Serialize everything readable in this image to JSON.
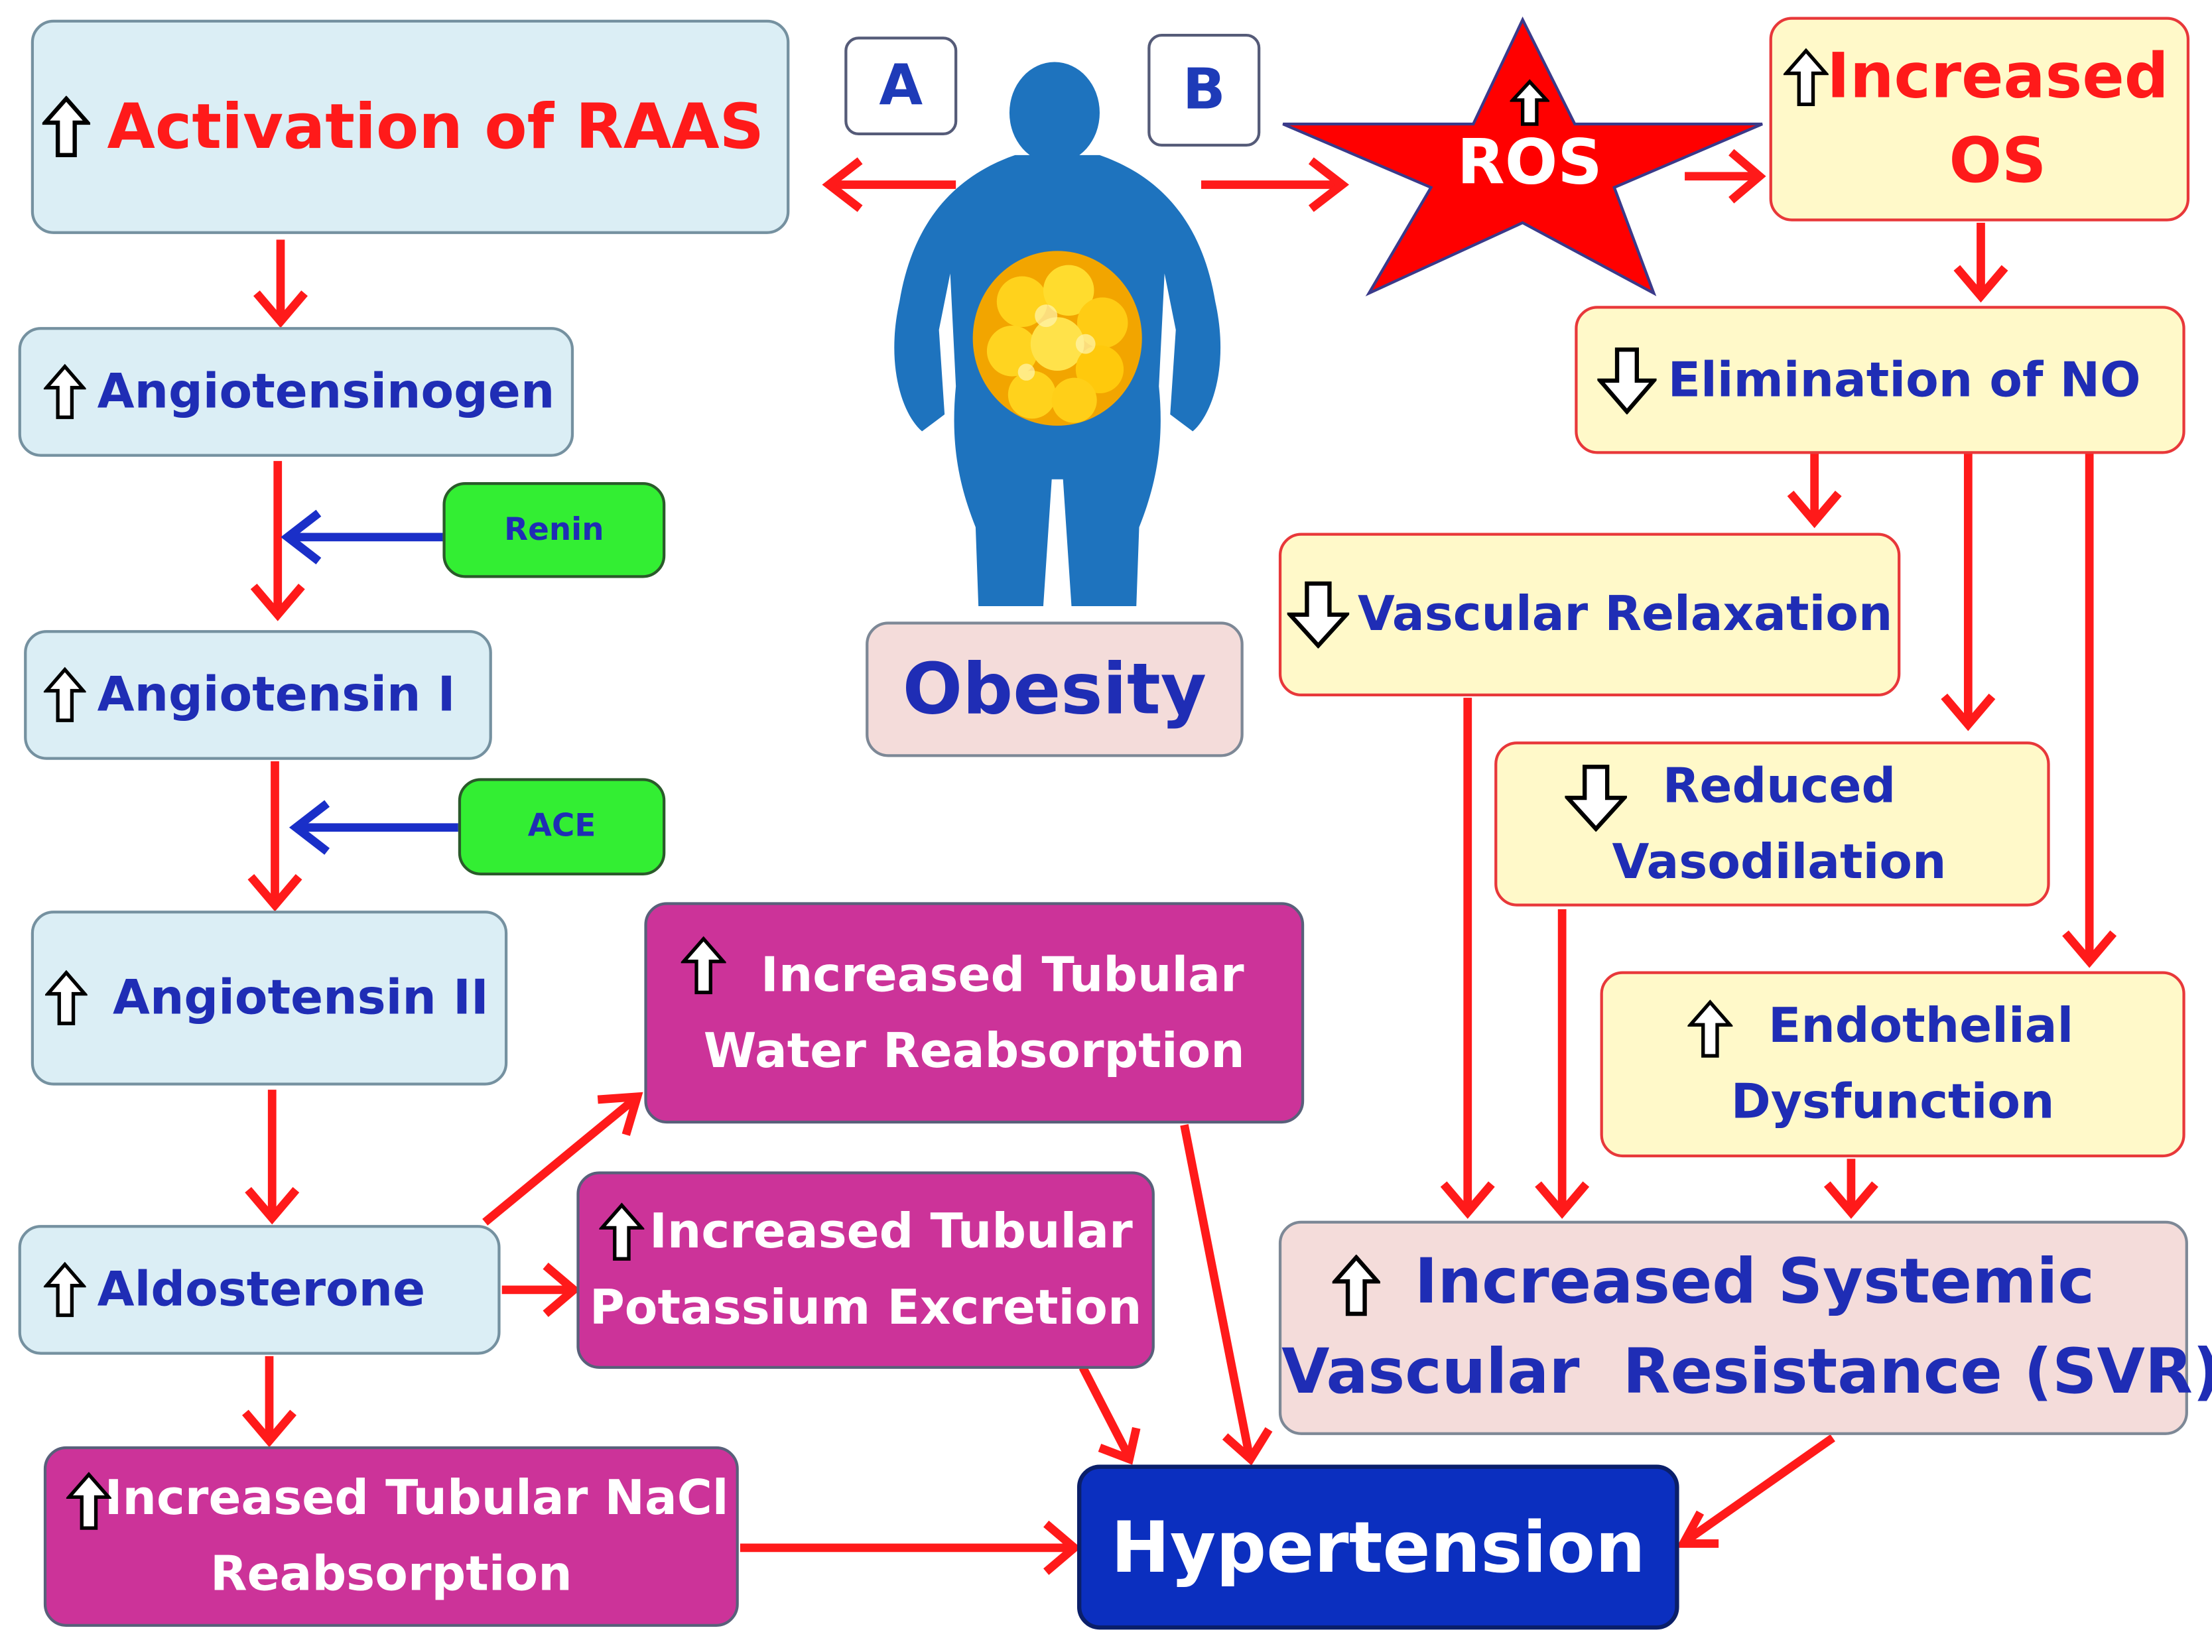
{
  "labels": {
    "a": "A",
    "b": "B",
    "raas": "Activation of RAAS",
    "angiotensinogen": "Angiotensinogen",
    "renin": "Renin",
    "ang1": "Angiotensin I",
    "ace": "ACE",
    "ang2": "Angiotensin II",
    "aldosterone": "Aldosterone",
    "water1": "Increased Tubular",
    "water2": "Water Reabsorption",
    "potassium1": "Increased Tubular",
    "potassium2": "Potassium Excretion",
    "nacl1": "Increased Tubular NaCl",
    "nacl2": "Reabsorption",
    "obesity": "Obesity",
    "ros": "ROS",
    "os1": "Increased",
    "os2": "OS",
    "no": "Elimination of NO",
    "relax": "Vascular Relaxation",
    "vaso1": "Reduced",
    "vaso2": "Vasodilation",
    "endo1": "Endothelial",
    "endo2": "Dysfunction",
    "svr1": "Increased Systemic",
    "svr2": "Vascular  Resistance (SVR)",
    "hyper": "Hypertension"
  },
  "icons": {
    "up": "up-arrow-icon",
    "down": "down-arrow-icon",
    "figure": "obese-person-icon",
    "fat": "fat-cells-icon",
    "star": "star-icon"
  },
  "colors": {
    "arrow_red": "#ff1a1a",
    "arrow_blue": "#1a2fc8",
    "text_red": "#ff1a1a",
    "text_blue": "#1f2db5",
    "figure_blue": "#1e73be"
  }
}
